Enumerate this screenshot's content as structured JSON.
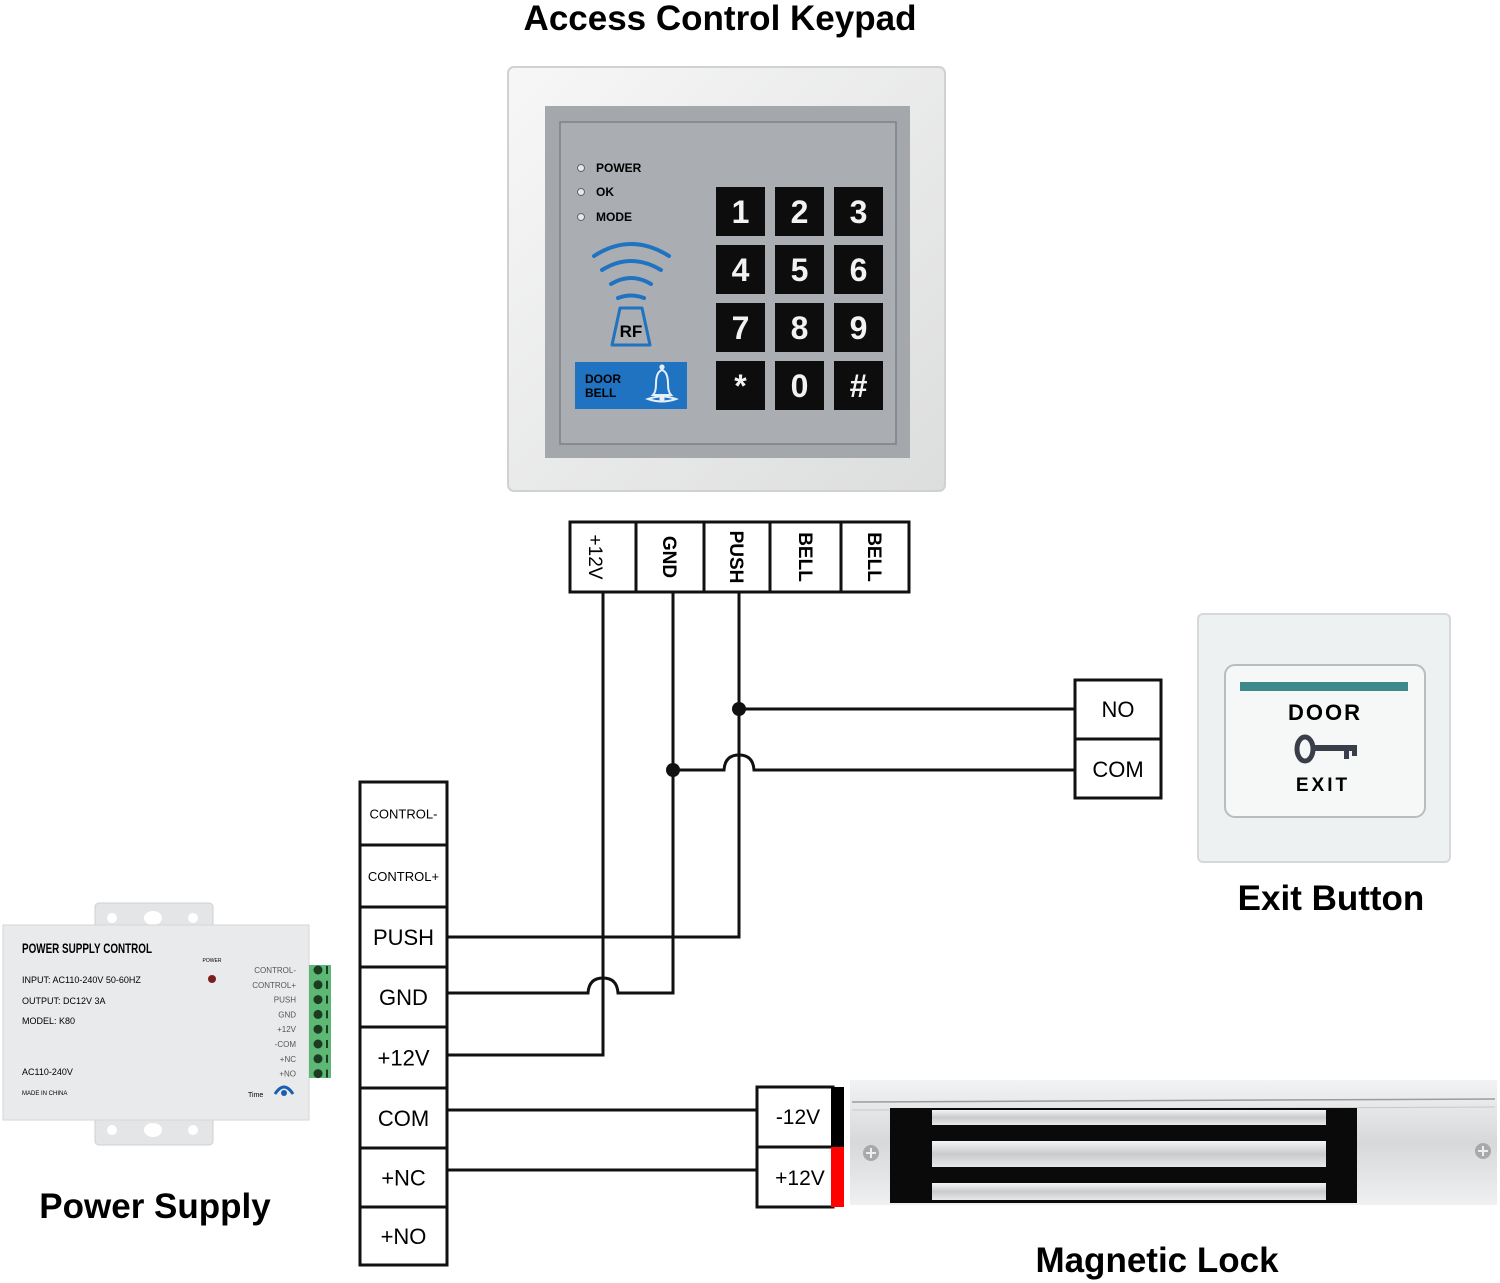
{
  "titles": {
    "keypad": "Access Control Keypad",
    "exit_button": "Exit Button",
    "power_supply": "Power Supply",
    "magnetic_lock": "Magnetic Lock"
  },
  "keypad": {
    "indicators": [
      "POWER",
      "OK",
      "MODE"
    ],
    "rf_label": "RF",
    "doorbell_label_line1": "DOOR",
    "doorbell_label_line2": "BELL",
    "keys": [
      "1",
      "2",
      "3",
      "4",
      "5",
      "6",
      "7",
      "8",
      "9",
      "*",
      "0",
      "#"
    ],
    "terminals": [
      "+12V",
      "GND",
      "PUSH",
      "BELL",
      "BELL"
    ],
    "colors": {
      "panel": "#a9adb2",
      "frame": "#eceded",
      "doorbell": "#1f73c0",
      "key": "#0d0d0d",
      "rf": "#1f73c0"
    }
  },
  "exit_button": {
    "terminals": [
      "NO",
      "COM"
    ],
    "label_top": "DOOR",
    "label_bottom": "EXIT",
    "icon": "key-icon",
    "colors": {
      "stripe": "#3d8a8c",
      "text": "#3a3e4a"
    }
  },
  "power_supply": {
    "device_title": "POWER SUPPLY CONTROL",
    "specs": [
      "INPUT: AC110-240V 50-60HZ",
      "OUTPUT: DC12V 3A",
      "MODEL: K80"
    ],
    "input_label": "AC110-240V",
    "made_in": "MADE IN CHINA",
    "power_led_label": "POWER",
    "time_label": "Time",
    "side_labels": [
      "CONTROL-",
      "CONTROL+",
      "PUSH",
      "GND",
      "+12V",
      "-COM",
      "+NC",
      "+NO"
    ],
    "terminals": [
      "CONTROL-",
      "CONTROL+",
      "PUSH",
      "GND",
      "+12V",
      "COM",
      "+NC",
      "+NO"
    ],
    "colors": {
      "body": "#e9eaec",
      "title": "#1c3f8c",
      "terminal_block": "#5cb874"
    }
  },
  "magnetic_lock": {
    "terminals": [
      "-12V",
      "+12V"
    ],
    "colors": {
      "negative_wire": "#000000",
      "positive_wire": "#ff0000",
      "body": "#d9dadc",
      "core": "#0a0a0a"
    }
  },
  "connections": [
    {
      "from": "keypad.+12V",
      "to": "power_supply.+12V"
    },
    {
      "from": "keypad.GND",
      "to": "power_supply.GND"
    },
    {
      "from": "keypad.PUSH",
      "to": "power_supply.PUSH"
    },
    {
      "from": "keypad.PUSH",
      "to": "exit_button.NO"
    },
    {
      "from": "keypad.GND",
      "to": "exit_button.COM"
    },
    {
      "from": "power_supply.COM",
      "to": "magnetic_lock.-12V"
    },
    {
      "from": "power_supply.+NC",
      "to": "magnetic_lock.+12V"
    }
  ]
}
